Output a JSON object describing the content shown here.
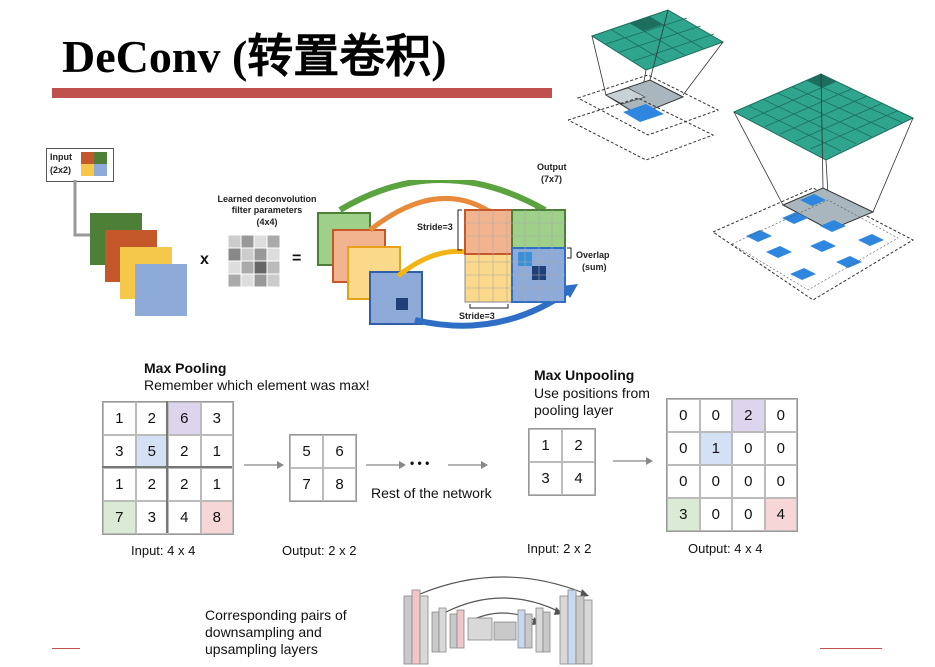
{
  "title": "DeConv (转置卷积)",
  "top_diagram": {
    "input_label": "Input",
    "input_size": "(2x2)",
    "filter_label_line1": "Learned deconvolution",
    "filter_label_line2": "filter parameters",
    "filter_size": "(4x4)",
    "times_symbol": "x",
    "equals_symbol": "=",
    "output_label": "Output",
    "output_size": "(7x7)",
    "stride_top": "Stride=3",
    "stride_bottom": "Stride=3",
    "overlap_label": "Overlap",
    "overlap_sub": "(sum)",
    "input_colors": [
      "#4d7f37",
      "#c4582a",
      "#f5c74a",
      "#8eaad8"
    ]
  },
  "max_pooling": {
    "title": "Max Pooling",
    "subtitle": "Remember which element was max!",
    "input_grid": [
      [
        "1",
        "2",
        "6",
        "3"
      ],
      [
        "3",
        "5",
        "2",
        "1"
      ],
      [
        "1",
        "2",
        "2",
        "1"
      ],
      [
        "7",
        "3",
        "4",
        "8"
      ]
    ],
    "output_grid": [
      [
        "5",
        "6"
      ],
      [
        "7",
        "8"
      ]
    ],
    "input_caption": "Input: 4 x 4",
    "output_caption": "Output: 2 x 2",
    "dots": "• • •",
    "rest_label": "Rest of the network"
  },
  "max_unpooling": {
    "title": "Max Unpooling",
    "subtitle_line1": "Use positions from",
    "subtitle_line2": "pooling layer",
    "input_grid": [
      [
        "1",
        "2"
      ],
      [
        "3",
        "4"
      ]
    ],
    "output_grid": [
      [
        "0",
        "0",
        "2",
        "0"
      ],
      [
        "0",
        "1",
        "0",
        "0"
      ],
      [
        "0",
        "0",
        "0",
        "0"
      ],
      [
        "3",
        "0",
        "0",
        "4"
      ]
    ],
    "input_caption": "Input: 2 x 2",
    "output_caption": "Output: 4 x 4"
  },
  "bottom_note": {
    "line1": "Corresponding pairs of",
    "line2": "downsampling and",
    "line3": "upsampling layers"
  },
  "colors": {
    "accent_red": "#c0504d",
    "purple_cell": "#ddd5ee",
    "blue_cell": "#d4e1f5",
    "green_cell": "#dbead5",
    "pink_cell": "#f6d6d6",
    "teal": "#2fa58e",
    "grid_blue": "#2e86de"
  }
}
